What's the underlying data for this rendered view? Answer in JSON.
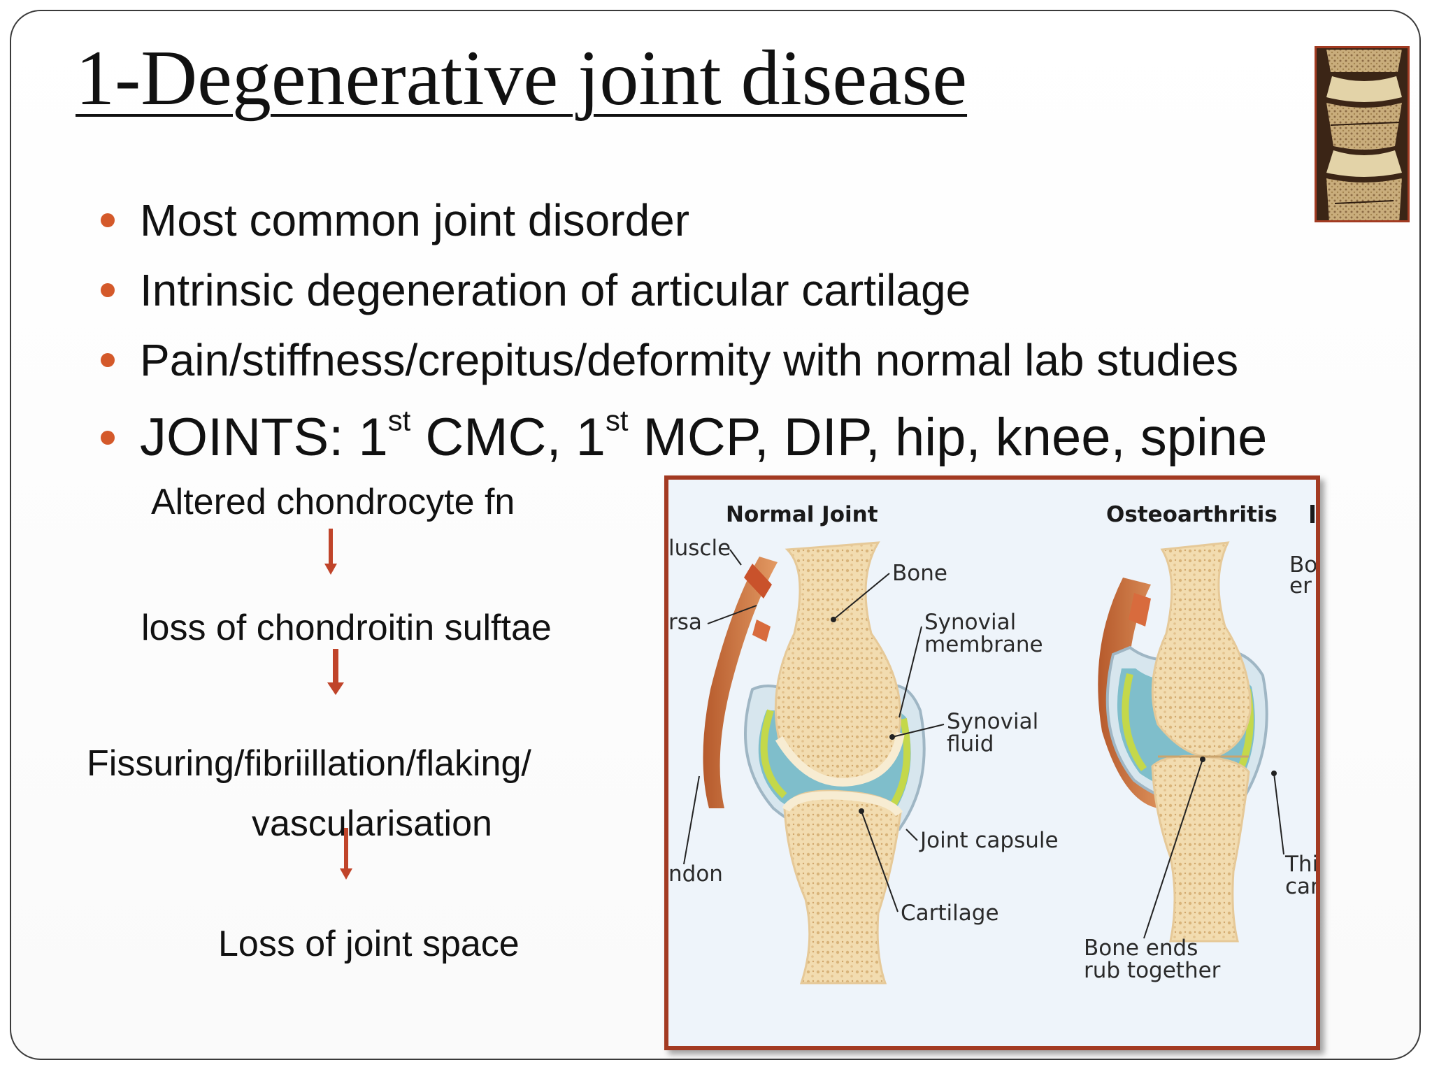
{
  "slide": {
    "title": "1-Degenerative joint disease",
    "bullets": [
      {
        "text": "Most common joint disorder"
      },
      {
        "text": "Intrinsic degeneration of articular cartilage"
      },
      {
        "text": "Pain/stiffness/crepitus/deformity with normal lab studies"
      }
    ],
    "joints_bullet": {
      "prefix": "JOINTS:  1",
      "sup1": "st",
      "mid": " CMC, 1",
      "sup2": "st",
      "suffix": " MCP, DIP, hip, knee, spine"
    },
    "flow": [
      {
        "text": "Altered chondrocyte fn"
      },
      {
        "text": "loss of chondroitin sulftae"
      },
      {
        "text": "Fissuring/fibriillation/flaking/"
      },
      {
        "text": "vascularisation"
      },
      {
        "text": "Loss of joint space"
      }
    ]
  },
  "figure": {
    "normal_heading": "Normal Joint",
    "oa_heading": "Osteoarthritis",
    "labels": {
      "muscle": "luscle",
      "bursa": "rsa",
      "tendon": "ndon",
      "bone": "Bone",
      "synovial_membrane_1": "Synovial",
      "synovial_membrane_2": "membrane",
      "synovial_fluid_1": "Synovial",
      "synovial_fluid_2": "fluid",
      "joint_capsule": "Joint capsule",
      "cartilage": "Cartilage",
      "bone_ends_1": "Bone ends",
      "bone_ends_2": "rub together",
      "bone_erosion_1": "Bo",
      "bone_erosion_2": "er",
      "thin_cartilage_1": "Thi",
      "thin_cartilage_2": "car"
    }
  },
  "colors": {
    "bullet_dot": "#d4592a",
    "accent_border": "#a33a22",
    "flow_arrow": "#c0442a"
  },
  "icons": {
    "flow_arrow": "down-arrow-icon",
    "bullet": "bullet-dot-icon"
  }
}
